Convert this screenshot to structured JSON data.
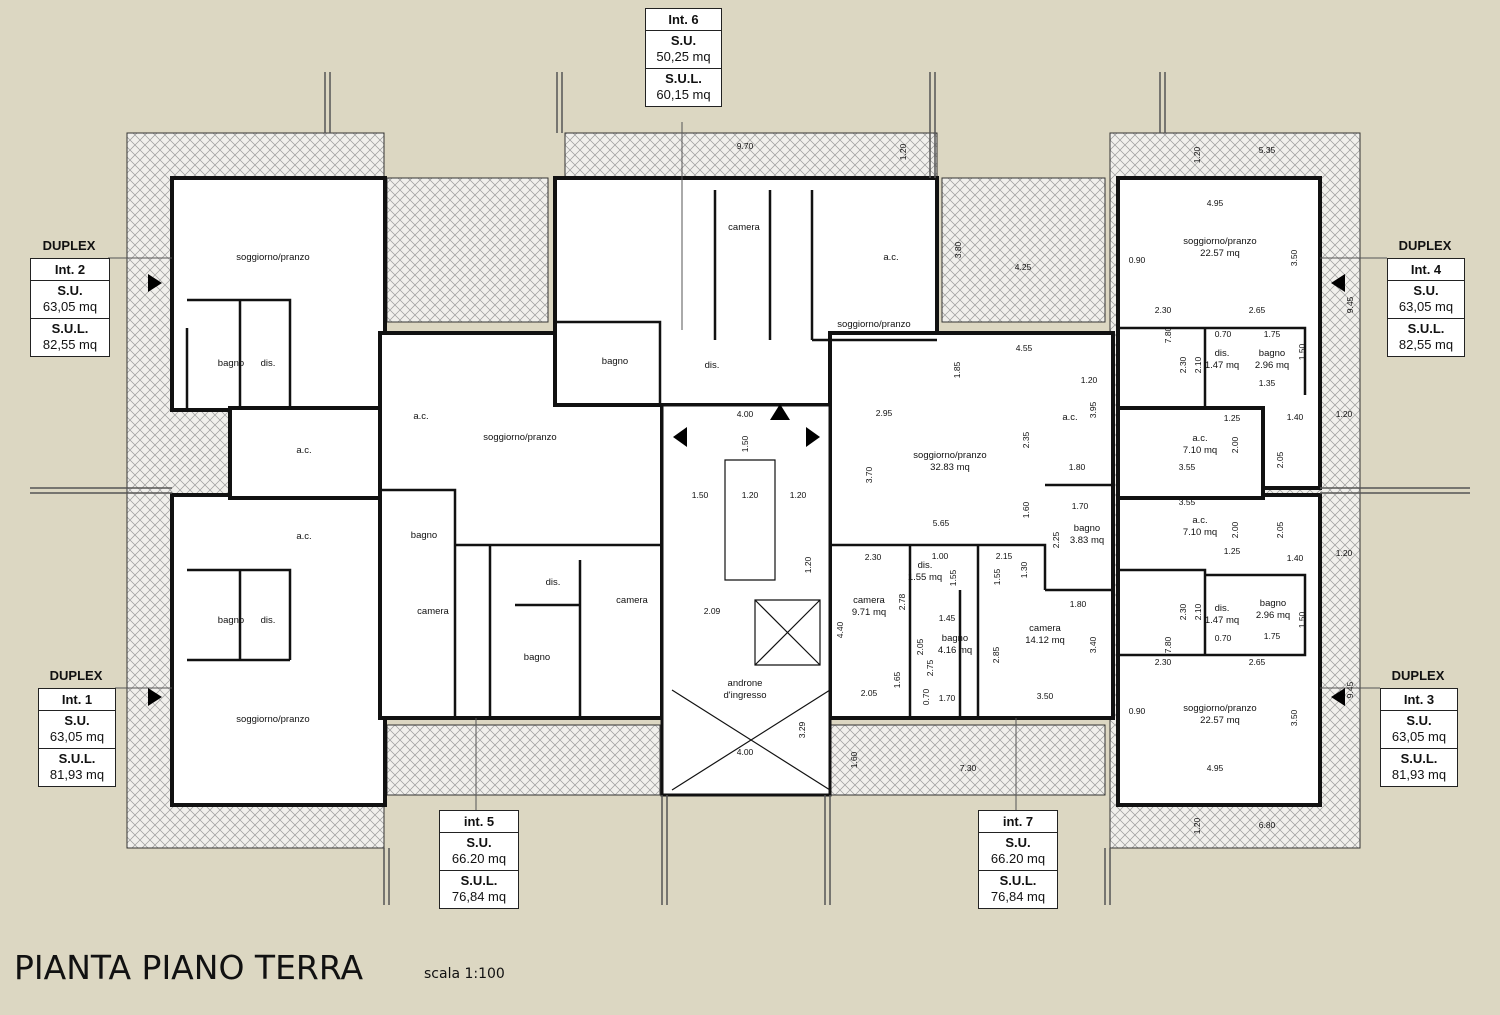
{
  "title": "PIANTA PIANO TERRA",
  "scale": "scala 1:100",
  "units": [
    {
      "id": "int6",
      "label": "Int. 6",
      "su_label": "S.U.",
      "su": "50,25 mq",
      "sul_label": "S.U.L.",
      "sul": "60,15 mq"
    },
    {
      "id": "int2",
      "tag": "DUPLEX",
      "label": "Int. 2",
      "su_label": "S.U.",
      "su": "63,05 mq",
      "sul_label": "S.U.L.",
      "sul": "82,55 mq"
    },
    {
      "id": "int4",
      "tag": "DUPLEX",
      "label": "Int. 4",
      "su_label": "S.U.",
      "su": "63,05 mq",
      "sul_label": "S.U.L.",
      "sul": "82,55 mq"
    },
    {
      "id": "int1",
      "tag": "DUPLEX",
      "label": "Int. 1",
      "su_label": "S.U.",
      "su": "63,05 mq",
      "sul_label": "S.U.L.",
      "sul": "81,93 mq"
    },
    {
      "id": "int3",
      "tag": "DUPLEX",
      "label": "Int. 3",
      "su_label": "S.U.",
      "su": "63,05 mq",
      "sul_label": "S.U.L.",
      "sul": "81,93 mq"
    },
    {
      "id": "int5",
      "label": "int. 5",
      "su_label": "S.U.",
      "su": "66.20 mq",
      "sul_label": "S.U.L.",
      "sul": "76,84 mq"
    },
    {
      "id": "int7",
      "label": "int. 7",
      "su_label": "S.U.",
      "su": "66.20 mq",
      "sul_label": "S.U.L.",
      "sul": "76,84 mq"
    }
  ],
  "rooms": [
    [
      "soggiorno/pranzo",
      ""
    ],
    [
      "bagno",
      ""
    ],
    [
      "dis.",
      ""
    ],
    [
      "a.c.",
      ""
    ],
    [
      "a.c.",
      ""
    ],
    [
      "bagno",
      ""
    ],
    [
      "dis.",
      ""
    ],
    [
      "soggiorno/pranzo",
      ""
    ],
    [
      "a.c.",
      ""
    ],
    [
      "soggiorno/pranzo",
      ""
    ],
    [
      "bagno",
      ""
    ],
    [
      "dis.",
      ""
    ],
    [
      "camera",
      ""
    ],
    [
      "camera",
      ""
    ],
    [
      "bagno",
      ""
    ],
    [
      "camera",
      ""
    ],
    [
      "bagno",
      ""
    ],
    [
      "dis.",
      ""
    ],
    [
      "a.c.",
      ""
    ],
    [
      "soggiorno/pranzo",
      ""
    ],
    [
      "soggiorno/pranzo",
      "32.83 mq"
    ],
    [
      "a.c.",
      ""
    ],
    [
      "bagno",
      "3.83 mq"
    ],
    [
      "dis.",
      "1.55 mq"
    ],
    [
      "camera",
      "9.71 mq"
    ],
    [
      "bagno",
      "4.16 mq"
    ],
    [
      "camera",
      "14.12 mq"
    ],
    [
      "soggiorno/pranzo",
      "22.57 mq"
    ],
    [
      "dis.",
      "1.47 mq"
    ],
    [
      "bagno",
      "2.96 mq"
    ],
    [
      "a.c.",
      "7.10 mq"
    ],
    [
      "a.c.",
      "7.10 mq"
    ],
    [
      "dis.",
      "1.47 mq"
    ],
    [
      "bagno",
      "2.96 mq"
    ],
    [
      "soggiorno/pranzo",
      "22.57 mq"
    ],
    [
      "androne",
      "d'ingresso"
    ]
  ],
  "dimensions": [
    "9.70",
    "1.20",
    "1.20",
    "5.35",
    "4.95",
    "3.80",
    "4.25",
    "3.50",
    "0.90",
    "9.45",
    "2.30",
    "2.65",
    "7.80",
    "0.70",
    "1.75",
    "2.30",
    "2.10",
    "1.50",
    "1.35",
    "1.25",
    "1.40",
    "1.20",
    "2.00",
    "2.05",
    "3.55",
    "3.55",
    "2.00",
    "2.05",
    "1.25",
    "1.40",
    "1.20",
    "2.30",
    "2.10",
    "0.70",
    "1.75",
    "1.50",
    "7.80",
    "2.30",
    "2.65",
    "9.45",
    "0.90",
    "3.50",
    "4.95",
    "1.20",
    "6.80",
    "4.00",
    "1.50",
    "1.50",
    "1.20",
    "1.20",
    "1.20",
    "2.09",
    "3.29",
    "4.00",
    "4.55",
    "1.85",
    "1.20",
    "3.95",
    "2.95",
    "3.70",
    "2.35",
    "1.80",
    "1.70",
    "1.60",
    "5.65",
    "2.25",
    "2.30",
    "1.00",
    "2.15",
    "1.30",
    "1.55",
    "1.55",
    "2.78",
    "1.80",
    "4.40",
    "1.45",
    "2.05",
    "2.75",
    "2.85",
    "3.40",
    "1.65",
    "2.05",
    "0.70",
    "1.70",
    "3.50",
    "1.60",
    "7.30"
  ],
  "colors": {
    "background": "#dcd7c2",
    "wall": "#111111",
    "hatch": "#9a9a9a"
  }
}
